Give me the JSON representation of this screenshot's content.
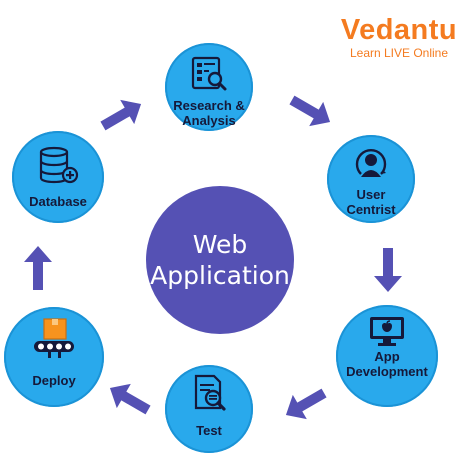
{
  "brand": {
    "name": "Vedantu",
    "tagline": "Learn LIVE Online",
    "color": "#f47b20"
  },
  "center": {
    "line1": "Web",
    "line2": "Application",
    "color": "#5551b4"
  },
  "stages": [
    {
      "id": "research",
      "line1": "Research &",
      "line2": "Analysis",
      "icon": "magnifier-document-icon"
    },
    {
      "id": "user",
      "line1": "User",
      "line2": "Centrist",
      "icon": "user-icon"
    },
    {
      "id": "app",
      "line1": "App",
      "line2": "Development",
      "icon": "monitor-apple-icon"
    },
    {
      "id": "test",
      "line1": "Test",
      "line2": "",
      "icon": "document-search-icon"
    },
    {
      "id": "deploy",
      "line1": "Deploy",
      "line2": "",
      "icon": "conveyor-box-icon"
    },
    {
      "id": "database",
      "line1": "Database",
      "line2": "",
      "icon": "database-plus-icon"
    }
  ],
  "colors": {
    "node": "#29a9ec",
    "arrow": "#5551b4",
    "label": "#15193a"
  }
}
